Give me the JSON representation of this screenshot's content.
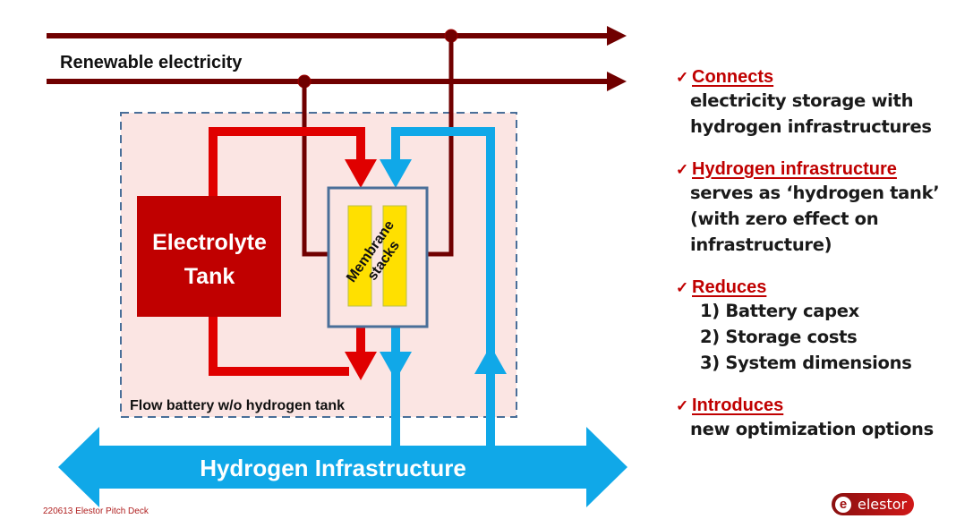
{
  "diagram": {
    "renewable_label": "Renewable electricity",
    "tank_label_line1": "Electrolyte",
    "tank_label_line2": "Tank",
    "stack_label_line1": "Membrane",
    "stack_label_line2": "stacks",
    "boundary_label": "Flow battery w/o hydrogen tank",
    "infrastructure_label": "Hydrogen Infrastructure",
    "colors": {
      "electricity": "#700000",
      "electrolyte": "#e00000",
      "tank": "#c00000",
      "hydrogen": "#10a8e8",
      "membrane": "#ffe000",
      "boundary_fill": "#fbe5e3",
      "boundary_stroke": "#4a6f99"
    }
  },
  "bullets": [
    {
      "heading": "Connects",
      "lines": [
        "electricity storage with",
        "hydrogen infrastructures"
      ]
    },
    {
      "heading": "Hydrogen infrastructure",
      "lines": [
        "serves as ‘hydrogen tank’",
        "(with zero effect on",
        "infrastructure)"
      ]
    },
    {
      "heading": "Reduces",
      "lines": [
        "1) Battery capex",
        "2) Storage costs",
        "3) System dimensions"
      ]
    },
    {
      "heading": "Introduces",
      "lines": [
        "new optimization options"
      ]
    }
  ],
  "check_glyph": "✓",
  "footer": "220613 Elestor Pitch Deck",
  "logo": {
    "mark": "e",
    "text": "elestor"
  }
}
